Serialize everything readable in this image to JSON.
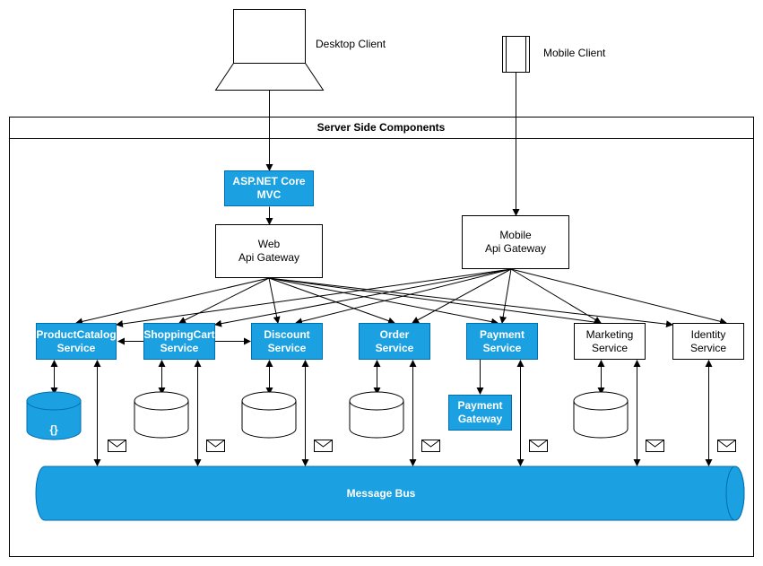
{
  "clients": {
    "desktop": "Desktop Client",
    "mobile": "Mobile Client"
  },
  "server": {
    "title": "Server Side Components"
  },
  "nodes": {
    "aspnet": "ASP.NET Core\nMVC",
    "web_gateway": "Web\nApi Gateway",
    "mobile_gateway": "Mobile\nApi Gateway",
    "product_catalog": "ProductCatalog\nService",
    "shopping_cart": "ShoppingCart\nService",
    "discount": "Discount\nService",
    "order": "Order\nService",
    "payment": "Payment\nService",
    "marketing": "Marketing\nService",
    "identity": "Identity\nService",
    "payment_gateway": "Payment\nGateway"
  },
  "message_bus": "Message Bus",
  "db_icon_label": "{}",
  "colors": {
    "accent": "#1ba1e2",
    "accent_border": "#006eaf",
    "stroke": "#000000"
  }
}
